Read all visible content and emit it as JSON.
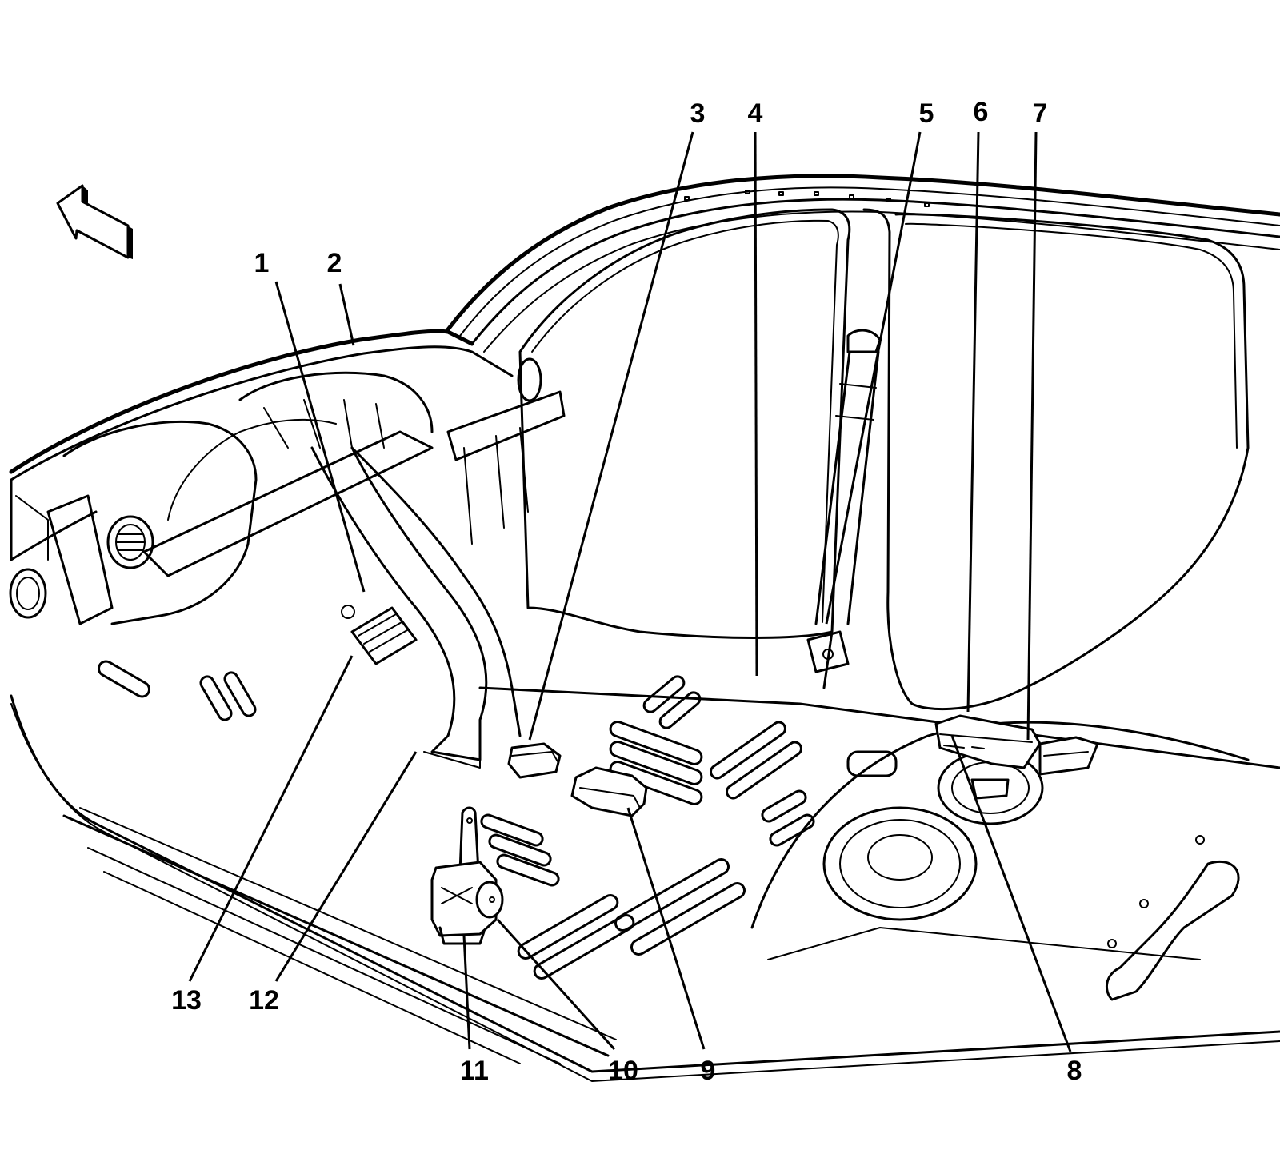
{
  "diagram": {
    "type": "component-locator-line-art",
    "subject": "Vehicle interior floor, instrument panel and pillar component locations",
    "colors": {
      "ink": "#000000",
      "background": "#ffffff"
    },
    "orientation_indicator": {
      "icon": "front-direction-arrow-icon",
      "points": "front (upper-left)"
    },
    "callouts": [
      {
        "id": "1",
        "label": "1"
      },
      {
        "id": "2",
        "label": "2"
      },
      {
        "id": "3",
        "label": "3"
      },
      {
        "id": "4",
        "label": "4"
      },
      {
        "id": "5",
        "label": "5"
      },
      {
        "id": "6",
        "label": "6"
      },
      {
        "id": "7",
        "label": "7"
      },
      {
        "id": "8",
        "label": "8"
      },
      {
        "id": "9",
        "label": "9"
      },
      {
        "id": "10",
        "label": "10"
      },
      {
        "id": "11",
        "label": "11"
      },
      {
        "id": "12",
        "label": "12"
      },
      {
        "id": "13",
        "label": "13"
      }
    ]
  }
}
